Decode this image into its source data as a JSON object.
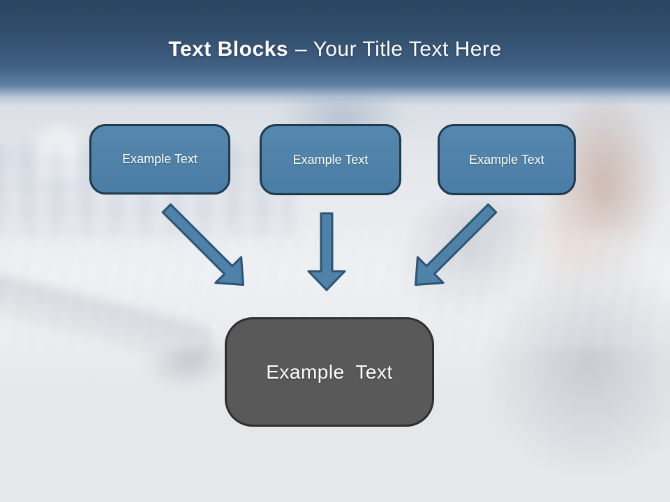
{
  "slide": {
    "title": {
      "bold": "Text Blocks",
      "rest": "– Your Title Text Here"
    },
    "boxes": [
      {
        "label": "Example Text"
      },
      {
        "label": "Example Text"
      },
      {
        "label": "Example Text"
      }
    ],
    "result_box": {
      "label": "Example Text"
    },
    "arrows": [
      {
        "name": "arrow-down-right"
      },
      {
        "name": "arrow-down"
      },
      {
        "name": "arrow-down-left"
      }
    ],
    "colors": {
      "header_top": "#28445f",
      "header_mid": "#3f5f82",
      "title_text": "#ffffff",
      "box_fill": "#4f82a9",
      "box_border": "#203a4e",
      "box_text": "#ffffff",
      "arrow_fill": "#4f82a9",
      "arrow_border": "#2d5474",
      "result_fill": "#595959",
      "result_border": "#2d2d2d",
      "result_text": "#ffffff"
    }
  }
}
